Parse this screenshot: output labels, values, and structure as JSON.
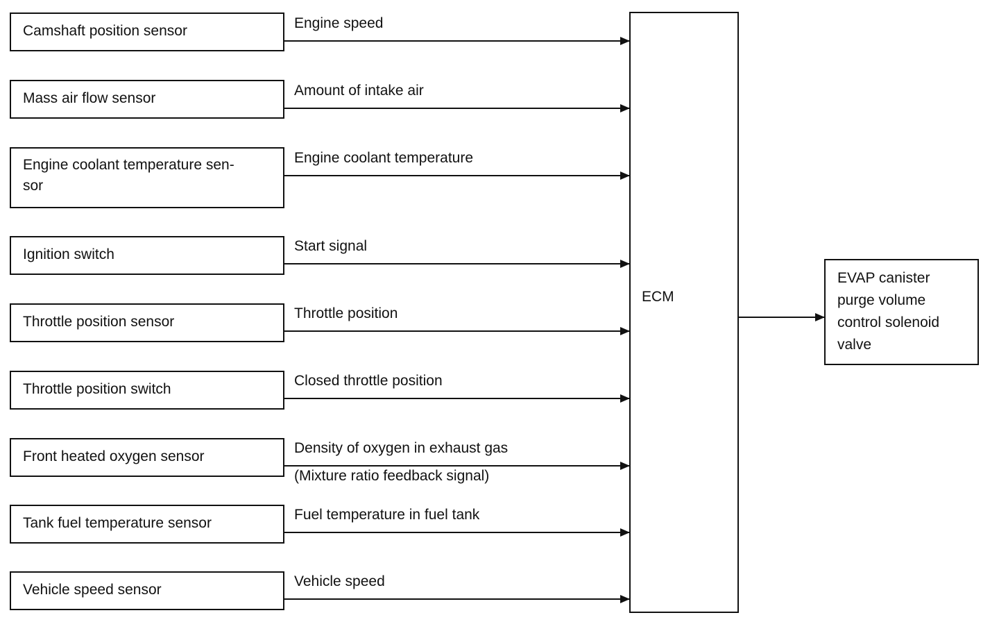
{
  "diagram": {
    "ecm": {
      "label": "ECM"
    },
    "output": {
      "label": "EVAP canister purge volume control solenoid valve",
      "lines": [
        "EVAP canister",
        "purge volume",
        "control solenoid",
        "valve"
      ]
    },
    "inputs": [
      {
        "sensor": "Camshaft position sensor",
        "signal": "Engine speed"
      },
      {
        "sensor": "Mass air flow sensor",
        "signal": "Amount of intake air"
      },
      {
        "sensor": "Engine coolant temperature sensor",
        "sensor_lines": [
          "Engine coolant temperature sen-",
          "sor"
        ],
        "signal": "Engine coolant temperature"
      },
      {
        "sensor": "Ignition switch",
        "signal": "Start signal"
      },
      {
        "sensor": "Throttle position sensor",
        "signal": "Throttle position"
      },
      {
        "sensor": "Throttle position switch",
        "signal": "Closed throttle position"
      },
      {
        "sensor": "Front heated oxygen sensor",
        "signal": "Density of oxygen in exhaust gas",
        "signal_note": "(Mixture ratio feedback signal)"
      },
      {
        "sensor": "Tank fuel temperature sensor",
        "signal": "Fuel temperature in fuel tank"
      },
      {
        "sensor": "Vehicle speed sensor",
        "signal": "Vehicle speed"
      }
    ],
    "connections": [
      {
        "from": "Camshaft position sensor",
        "to": "ECM"
      },
      {
        "from": "Mass air flow sensor",
        "to": "ECM"
      },
      {
        "from": "Engine coolant temperature sensor",
        "to": "ECM"
      },
      {
        "from": "Ignition switch",
        "to": "ECM"
      },
      {
        "from": "Throttle position sensor",
        "to": "ECM"
      },
      {
        "from": "Throttle position switch",
        "to": "ECM"
      },
      {
        "from": "Front heated oxygen sensor",
        "to": "ECM"
      },
      {
        "from": "Tank fuel temperature sensor",
        "to": "ECM"
      },
      {
        "from": "Vehicle speed sensor",
        "to": "ECM"
      },
      {
        "from": "ECM",
        "to": "EVAP canister purge volume control solenoid valve"
      }
    ]
  }
}
